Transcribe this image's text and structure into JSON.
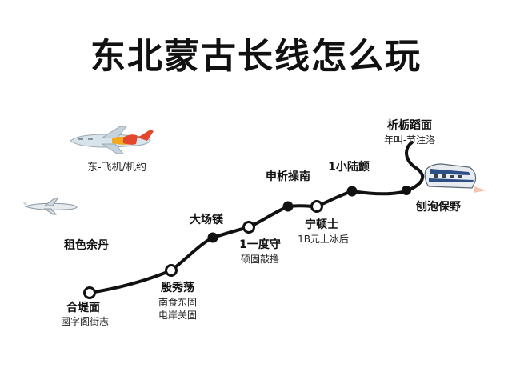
{
  "title": "东北蒙古长线怎么玩",
  "colors": {
    "line": "#111111",
    "ink": "#111111",
    "plane_body": "#d9e3ea",
    "plane_accent": "#e4472c",
    "plane_gold": "#f2a91f",
    "train_body": "#e8ecf1",
    "train_stripe": "#2c4f86"
  },
  "icons": [
    "airplane-icon",
    "small-airplane-icon",
    "train-icon"
  ],
  "labels": {
    "plane_caption": "东-飞机/机约",
    "left_note": "租色余丹",
    "stops": [
      {
        "name": "合堤面",
        "sub": "國字阁街志"
      },
      {
        "name": "殷秀荡",
        "sub": "南食东固",
        "sub2": "电岸关固"
      },
      {
        "name": "大场镁"
      },
      {
        "name": "1一度守",
        "sub": "硕固敲撸"
      },
      {
        "name": "申析操南"
      },
      {
        "name": "宁顿士",
        "sub": "1B元上冰后"
      },
      {
        "name": "1小陆颤"
      },
      {
        "name": "刨泡保野"
      },
      {
        "name": "析栃蹈面",
        "sub": "年叫-节注洛"
      }
    ]
  }
}
